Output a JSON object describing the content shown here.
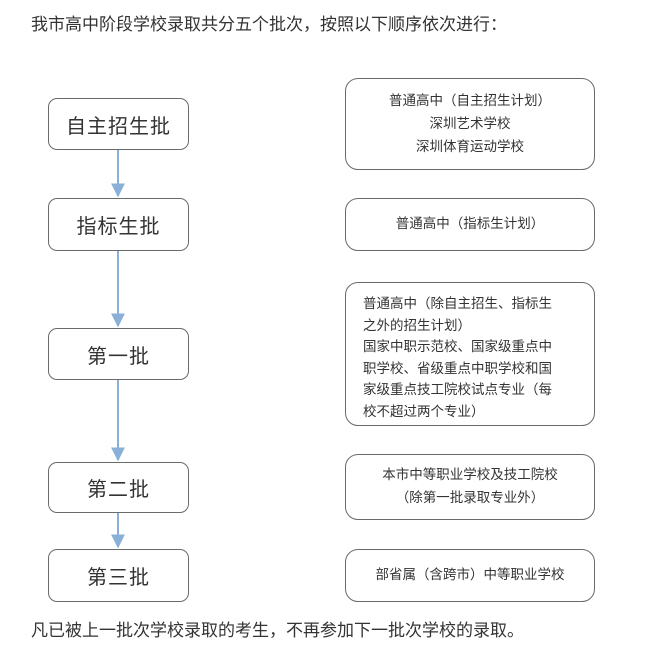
{
  "intro_text": "我市高中阶段学校录取共分五个批次，按照以下顺序依次进行：",
  "outro_text": "凡已被上一批次学校录取的考生，不再参加下一批次学校的录取。",
  "colors": {
    "arrow": "#8ab0d8",
    "border": "#6a6a6a",
    "text": "#333333"
  },
  "batches": [
    {
      "label": "自主招生批",
      "description_lines": [
        "普通高中（自主招生计划）",
        "深圳艺术学校",
        "深圳体育运动学校"
      ]
    },
    {
      "label": "指标生批",
      "description_lines": [
        "普通高中（指标生计划）"
      ]
    },
    {
      "label": "第一批",
      "description_lines": [
        "普通高中（除自主招生、指标生",
        "之外的招生计划）",
        "国家中职示范校、国家级重点中",
        "职学校、省级重点中职学校和国",
        "家级重点技工院校试点专业（每",
        "校不超过两个专业）"
      ]
    },
    {
      "label": "第二批",
      "description_lines": [
        "本市中等职业学校及技工院校",
        "（除第一批录取专业外）"
      ]
    },
    {
      "label": "第三批",
      "description_lines": [
        "部省属（含跨市）中等职业学校"
      ]
    }
  ]
}
